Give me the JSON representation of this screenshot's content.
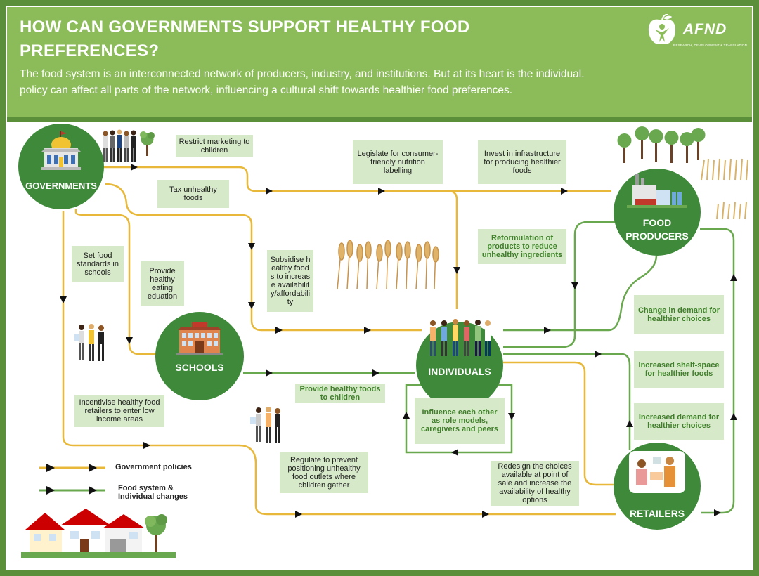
{
  "header": {
    "title": "HOW CAN GOVERNMENTS SUPPORT HEALTHY FOOD PREFERENCES?",
    "subtitle_line1": "The food system is an interconnected network of producers, industry, and institutions. But at its heart is the individual.",
    "subtitle_line2": "policy can affect all parts of the network, influencing a cultural shift towards healthier food preferences.",
    "logo_text": "AFND",
    "logo_tagline": "RESEARCH, DEVELOPMENT & TRANSLATION"
  },
  "nodes": {
    "governments": "GOVERNMENTS",
    "schools": "SCHOOLS",
    "individuals": "INDIVIDUALS",
    "food_producers_line1": "FOOD",
    "food_producers_line2": "PRODUCERS",
    "retailers": "RETAILERS"
  },
  "policies": {
    "restrict_marketing": "Restrict marketing to children",
    "tax_unhealthy": "Tax unhealthy foods",
    "legislate_labelling": "Legislate for consumer-friendly nutrition labelling",
    "invest_infrastructure": "Invest in infrastructure for producing healthier foods",
    "set_food_standards": "Set food standards in schools",
    "provide_education": "Provide healthy eating eduation",
    "subsidise": "Subsidise healthy foods to increase availability/affordability",
    "incentivise_retailers": "Incentivise healthy food retailers to enter low income areas",
    "regulate_outlets": "Regulate to prevent positioning unhealthy food outlets where children gather",
    "redesign_choices": "Redesign the choices available at point of sale and increase the availability of healthy options"
  },
  "changes": {
    "reformulation": "Reformulation of products to reduce unhealthy ingredients",
    "change_demand": "Change in demand for healthier choices",
    "shelf_space": "Increased shelf-space for healthier foods",
    "increased_demand": "Increased demand for healthier choices",
    "provide_healthy_foods": "Provide healthy foods to children",
    "influence_each_other": "Influence each other as role models, caregivers and peers"
  },
  "legend": {
    "government_policies": "Government  policies",
    "food_system_line1": "Food system &",
    "food_system_line2": "Individual changes"
  },
  "colors": {
    "header_bg": "#8cbc5a",
    "frame": "#5b8f3a",
    "node": "#3f8a3a",
    "policy_line": "#e8b83a",
    "change_line": "#6aa84f",
    "box_bg": "#d6e9c9",
    "green_text": "#3f7f2a"
  }
}
